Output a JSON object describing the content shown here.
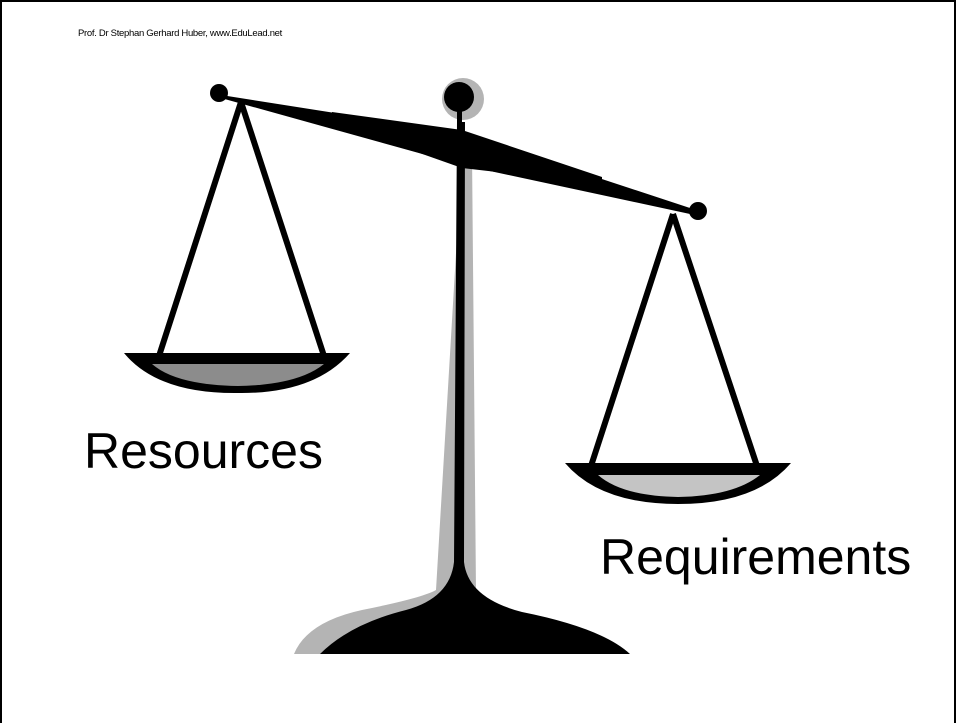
{
  "slide": {
    "credit": "Prof. Dr Stephan Gerhard Huber, www.EduLead.net",
    "left_label": "Resources",
    "right_label": "Requirements"
  },
  "illustration": {
    "name": "balance-scale",
    "tilt": "left pan higher, right pan lower",
    "colors": {
      "ink": "#000000",
      "shadow": "#b0b0b0",
      "pan_fill_left": "#8c8c8c",
      "pan_fill_right": "#c4c4c4"
    }
  }
}
